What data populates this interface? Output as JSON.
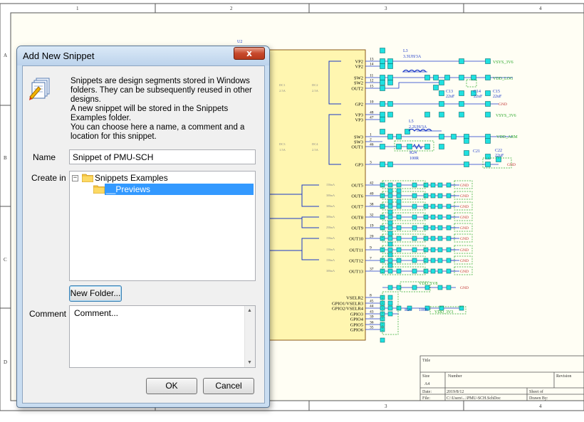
{
  "schematic": {
    "border_columns": [
      "1",
      "2",
      "3",
      "4"
    ],
    "border_rows": [
      "A",
      "B",
      "C",
      "D"
    ],
    "component_ref_top": "U2",
    "inner_labels": [
      "DC1",
      "2.5A",
      "DC2",
      "2.5A",
      "DC3",
      "1.5A",
      "DC4",
      "2.5A"
    ],
    "right_pins": [
      {
        "num": "13",
        "name": "VP2"
      },
      {
        "num": "14",
        "name": "VP2"
      },
      {
        "num": "11",
        "name": "SW2"
      },
      {
        "num": "12",
        "name": "SW2"
      },
      {
        "num": "15",
        "name": "OUT2"
      },
      {
        "num": "10",
        "name": "GP2"
      },
      {
        "num": "48",
        "name": "VP3"
      },
      {
        "num": "47",
        "name": "VP3"
      },
      {
        "num": "1",
        "name": "SW3"
      },
      {
        "num": "2",
        "name": "SW3"
      },
      {
        "num": "46",
        "name": "OUT1"
      },
      {
        "num": "3",
        "name": "GP3"
      },
      {
        "num": "42",
        "name": "OUT5"
      },
      {
        "num": "40",
        "name": "OUT6"
      },
      {
        "num": "38",
        "name": "OUT7"
      },
      {
        "num": "32",
        "name": "OUT8"
      },
      {
        "num": "19",
        "name": "OUT9"
      },
      {
        "num": "20",
        "name": "OUT10"
      },
      {
        "num": "9",
        "name": "OUT11"
      },
      {
        "num": "7",
        "name": "OUT12"
      },
      {
        "num": "37",
        "name": "OUT13"
      }
    ],
    "gpio_pins": [
      {
        "num": "8",
        "name": "VSELR2"
      },
      {
        "num": "45",
        "name": "GPIO1/VSELR3"
      },
      {
        "num": "44",
        "name": "GPIO2/VSELR4"
      },
      {
        "num": "43",
        "name": "GPIO3"
      },
      {
        "num": "39",
        "name": "GPIO4"
      },
      {
        "num": "36",
        "name": "GPIO5"
      },
      {
        "num": "35",
        "name": "GPIO6"
      }
    ],
    "ldo_currents": [
      "150mA",
      "300mA",
      "300mA",
      "300mA",
      "250mA",
      "150mA",
      "150mA",
      "150mA",
      "300mA"
    ],
    "parts": {
      "l3": "L3",
      "l3_value": "3.3UH/3A",
      "l5": "L5",
      "l5_value": "2.2UH/3A",
      "c13": "C13",
      "c13_value": "22uF",
      "c14": "C14",
      "c14_value": "22uF",
      "c15": "C15",
      "c15_value": "22uF",
      "r24": "R24",
      "r24_value": "100R",
      "r26": "R26",
      "r26_value": "100R",
      "c22": "C22",
      "c22_value": "22uF",
      "c21": "C21"
    },
    "nets": [
      "VSYS_3V6",
      "VDD_LOG",
      "VSYS_3V6",
      "VDD_ARM",
      "VDD_1V8",
      "VDD_3V3"
    ],
    "gnd_label": "GND",
    "title_block": {
      "title_label": "Title",
      "size_label": "Size",
      "size_value": "A4",
      "number_label": "Number",
      "revision_label": "Revision",
      "date_label": "Date:",
      "date_value": "2019/8/12",
      "file_label": "File:",
      "file_value": "C:\\Users\\...\\PMU-SCH.SchDoc",
      "sheet_label": "Sheet  of",
      "drawn_label": "Drawn By:"
    }
  },
  "dialog": {
    "title": "Add New Snippet",
    "close_glyph": "x",
    "info_lines": [
      "Snippets are design segments stored in Windows folders. They can be subsequently reused in other designs.",
      "A new snippet will be stored in the Snippets Examples folder.",
      "You can choose here a name, a comment and a location for this snippet."
    ],
    "name_label": "Name",
    "name_value": "Snippet of PMU-SCH",
    "create_in_label": "Create in",
    "tree": {
      "root_label": "Snippets Examples",
      "root_expander": "−",
      "child_label": "__Previews"
    },
    "new_folder_button": "New Folder...",
    "comment_label": "Comment",
    "comment_value": "Comment...",
    "ok_button": "OK",
    "cancel_button": "Cancel",
    "colors": {
      "selection": "#3399ff",
      "schematic_yellow": "#fff6b0",
      "pad_cyan": "#1fe0e0",
      "wire_blue": "#1a38c8",
      "net_green": "#2aa82a"
    }
  }
}
